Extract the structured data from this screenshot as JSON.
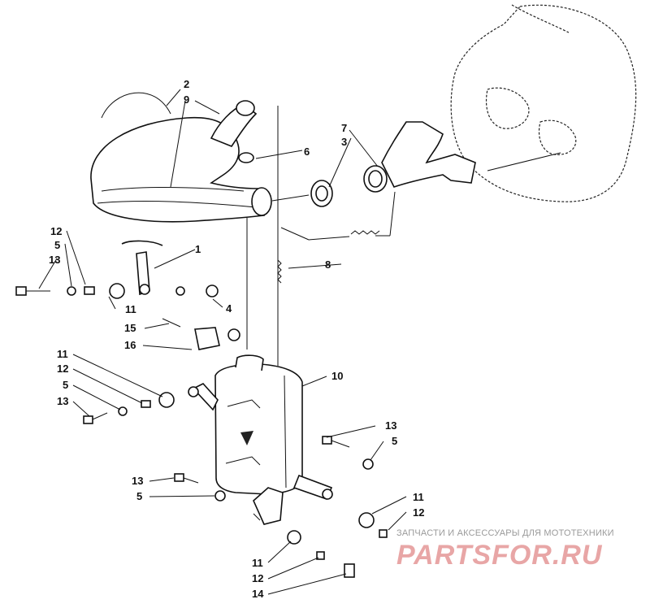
{
  "callouts": [
    "2",
    "9",
    "7",
    "3",
    "6",
    "12",
    "5",
    "13",
    "1",
    "8",
    "11",
    "4",
    "15",
    "16",
    "11",
    "12",
    "5",
    "13",
    "10",
    "13",
    "5",
    "13",
    "5",
    "11",
    "12",
    "11",
    "12",
    "14"
  ],
  "watermark": {
    "tagline": "ЗАПЧАСТИ И АКСЕССУАРЫ ДЛЯ МОТОТЕХНИКИ",
    "logo": "PARTSFOR.RU"
  }
}
